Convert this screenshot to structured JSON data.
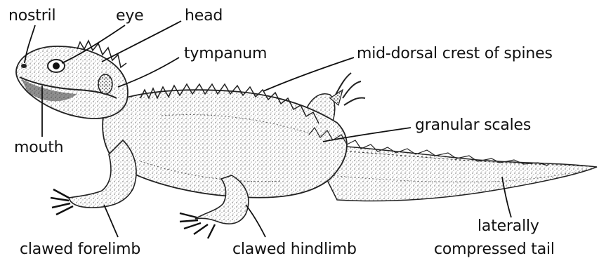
{
  "diagram": {
    "labels": {
      "nostril": "nostril",
      "eye": "eye",
      "head": "head",
      "tympanum": "tympanum",
      "mid_dorsal_crest": "mid-dorsal crest of spines",
      "granular_scales": "granular scales",
      "mouth": "mouth",
      "clawed_forelimb": "clawed forelimb",
      "clawed_hindlimb": "clawed hindlimb",
      "laterally": "laterally",
      "compressed_tail": "compressed tail"
    }
  }
}
